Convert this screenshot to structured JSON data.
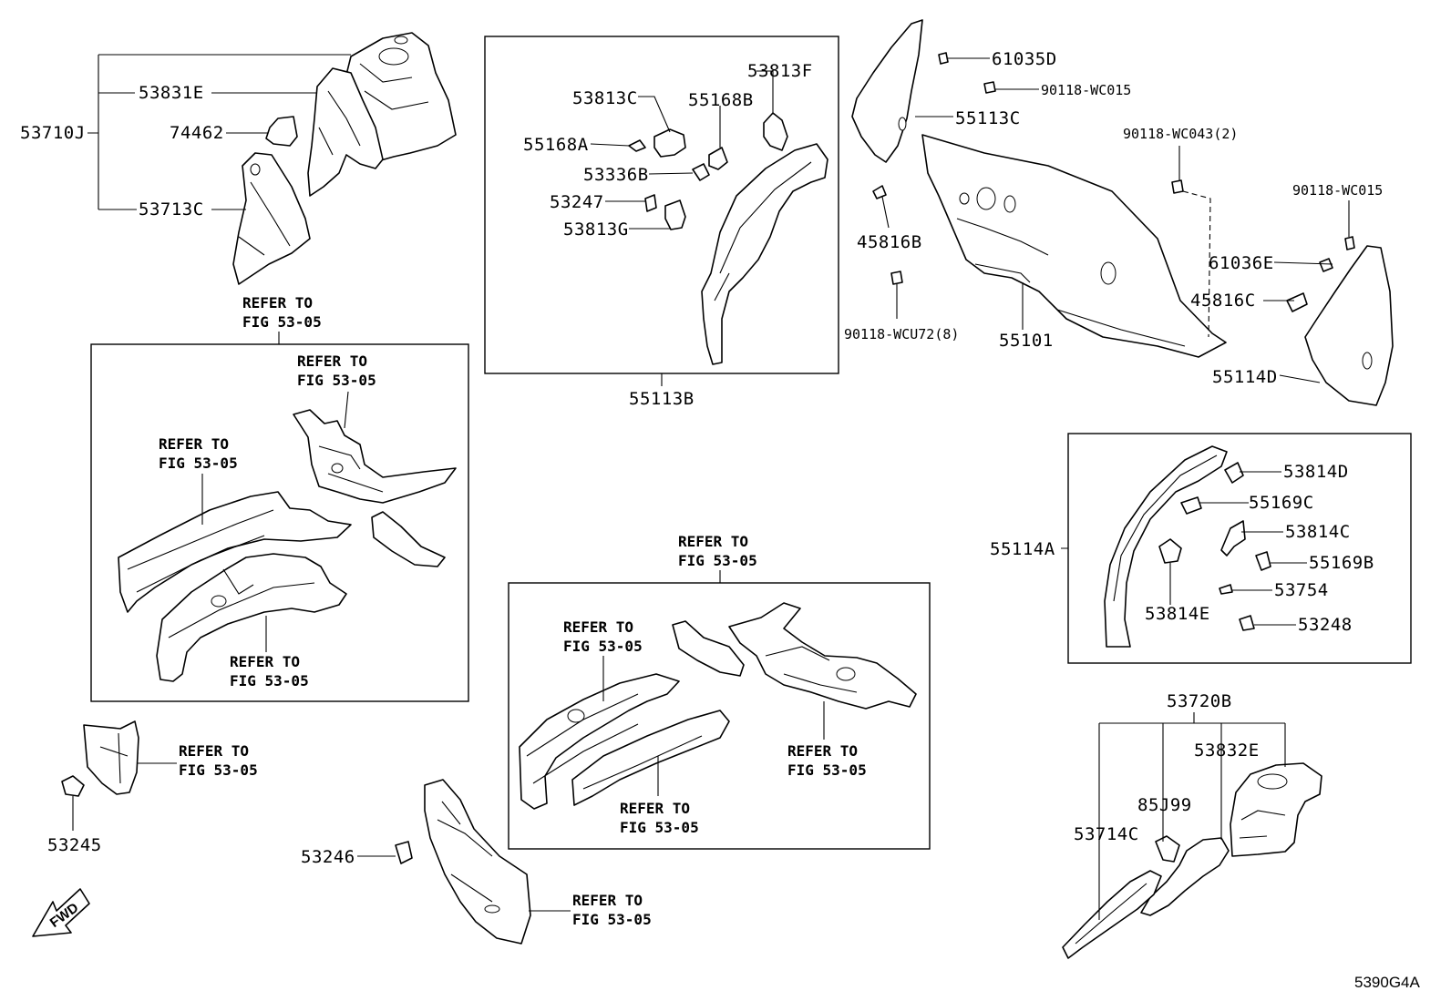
{
  "callouts": {
    "p53710J": "53710J",
    "p53831E": "53831E",
    "p74462": "74462",
    "p53713C": "53713C",
    "p53813C": "53813C",
    "p55168B": "55168B",
    "p53813F": "53813F",
    "p55168A": "55168A",
    "p53336B": "53336B",
    "p53247": "53247",
    "p53813G": "53813G",
    "p55113B": "55113B",
    "p61035D": "61035D",
    "p90118WC015a": "90118-WC015",
    "p55113C": "55113C",
    "p90118WC043": "90118-WC043(2)",
    "p90118WC015b": "90118-WC015",
    "p45816B": "45816B",
    "p61036E": "61036E",
    "p45816C": "45816C",
    "p90118WCU72": "90118-WCU72(8)",
    "p55101": "55101",
    "p55114D": "55114D",
    "p53814D": "53814D",
    "p55169C": "55169C",
    "p55114A": "55114A",
    "p53814C": "53814C",
    "p55169B": "55169B",
    "p53754": "53754",
    "p53814E": "53814E",
    "p53248": "53248",
    "p53720B": "53720B",
    "p53832E": "53832E",
    "p85J99": "85J99",
    "p53714C": "53714C",
    "p53245": "53245",
    "p53246": "53246"
  },
  "refer": {
    "line1": "REFER TO",
    "line2": "FIG 53-05"
  },
  "fwd_label": "FWD",
  "figure_code": "5390G4A"
}
